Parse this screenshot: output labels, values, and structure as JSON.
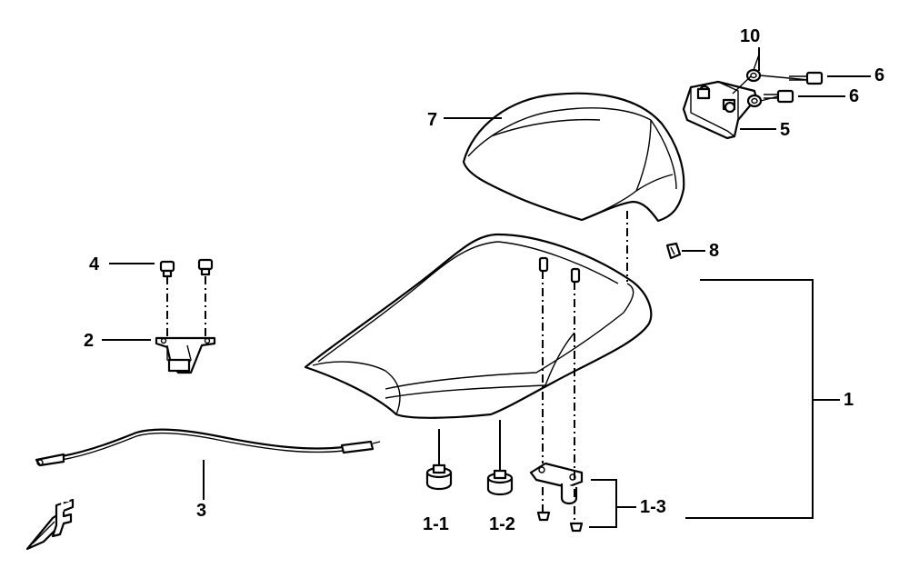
{
  "callouts": {
    "c1": "1",
    "c1_1": "1-1",
    "c1_2": "1-2",
    "c1_3": "1-3",
    "c2": "2",
    "c3": "3",
    "c4": "4",
    "c5": "5",
    "c6a": "6",
    "c6b": "6",
    "c7": "7",
    "c8": "8",
    "c10": "10"
  },
  "front_marker": "F",
  "icons": {
    "front": "front-direction-arrow-icon"
  }
}
